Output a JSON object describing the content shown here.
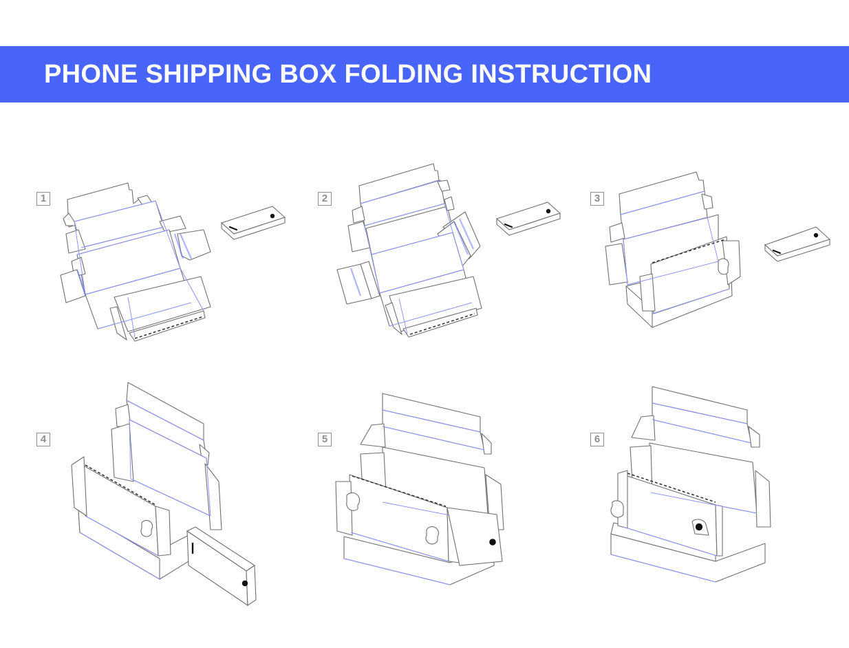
{
  "header": {
    "title": "PHONE SHIPPING BOX FOLDING INSTRUCTION",
    "background_color": "#4864f9"
  },
  "steps": [
    {
      "number": "1",
      "description_icon": "flat-box-template-with-phone"
    },
    {
      "number": "2",
      "description_icon": "side-flaps-raised"
    },
    {
      "number": "3",
      "description_icon": "base-folded-insert-raised"
    },
    {
      "number": "4",
      "description_icon": "phone-sliding-into-insert"
    },
    {
      "number": "5",
      "description_icon": "phone-inserted-into-holder"
    },
    {
      "number": "6",
      "description_icon": "holder-folded-into-box"
    }
  ],
  "colors": {
    "outline": "#6f6f6f",
    "fold_line": "#8a96ff",
    "badge": "#8e8e8e"
  }
}
